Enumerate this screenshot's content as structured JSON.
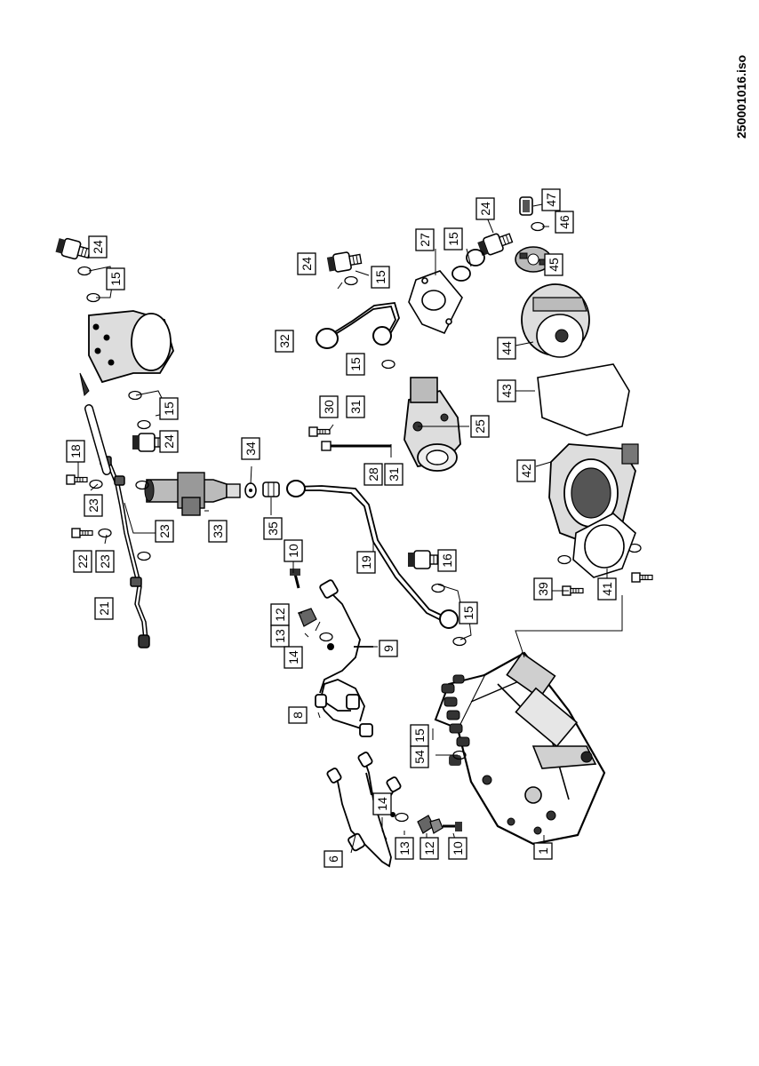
{
  "drawing_id": "250001016.iso",
  "callouts": [
    {
      "id": "c1",
      "label": "1"
    },
    {
      "id": "c6",
      "label": "6"
    },
    {
      "id": "c8",
      "label": "8"
    },
    {
      "id": "c9",
      "label": "9"
    },
    {
      "id": "c10a",
      "label": "10"
    },
    {
      "id": "c10b",
      "label": "10"
    },
    {
      "id": "c12a",
      "label": "12"
    },
    {
      "id": "c12b",
      "label": "12"
    },
    {
      "id": "c13a",
      "label": "13"
    },
    {
      "id": "c13b",
      "label": "13"
    },
    {
      "id": "c14a",
      "label": "14"
    },
    {
      "id": "c14b",
      "label": "14"
    },
    {
      "id": "c15a",
      "label": "15"
    },
    {
      "id": "c15b",
      "label": "15"
    },
    {
      "id": "c15c",
      "label": "15"
    },
    {
      "id": "c15d",
      "label": "15"
    },
    {
      "id": "c15e",
      "label": "15"
    },
    {
      "id": "c15f",
      "label": "15"
    },
    {
      "id": "c15g",
      "label": "15"
    },
    {
      "id": "c16",
      "label": "16"
    },
    {
      "id": "c18",
      "label": "18"
    },
    {
      "id": "c19",
      "label": "19"
    },
    {
      "id": "c21",
      "label": "21"
    },
    {
      "id": "c22",
      "label": "22"
    },
    {
      "id": "c23a",
      "label": "23"
    },
    {
      "id": "c23b",
      "label": "23"
    },
    {
      "id": "c23c",
      "label": "23"
    },
    {
      "id": "c24a",
      "label": "24"
    },
    {
      "id": "c24b",
      "label": "24"
    },
    {
      "id": "c24c",
      "label": "24"
    },
    {
      "id": "c24d",
      "label": "24"
    },
    {
      "id": "c25",
      "label": "25"
    },
    {
      "id": "c27",
      "label": "27"
    },
    {
      "id": "c28",
      "label": "28"
    },
    {
      "id": "c30",
      "label": "30"
    },
    {
      "id": "c31a",
      "label": "31"
    },
    {
      "id": "c31b",
      "label": "31"
    },
    {
      "id": "c32",
      "label": "32"
    },
    {
      "id": "c33",
      "label": "33"
    },
    {
      "id": "c34",
      "label": "34"
    },
    {
      "id": "c35",
      "label": "35"
    },
    {
      "id": "c39",
      "label": "39"
    },
    {
      "id": "c41",
      "label": "41"
    },
    {
      "id": "c42",
      "label": "42"
    },
    {
      "id": "c43",
      "label": "43"
    },
    {
      "id": "c44",
      "label": "44"
    },
    {
      "id": "c45",
      "label": "45"
    },
    {
      "id": "c46",
      "label": "46"
    },
    {
      "id": "c47",
      "label": "47"
    },
    {
      "id": "c54",
      "label": "54"
    }
  ]
}
